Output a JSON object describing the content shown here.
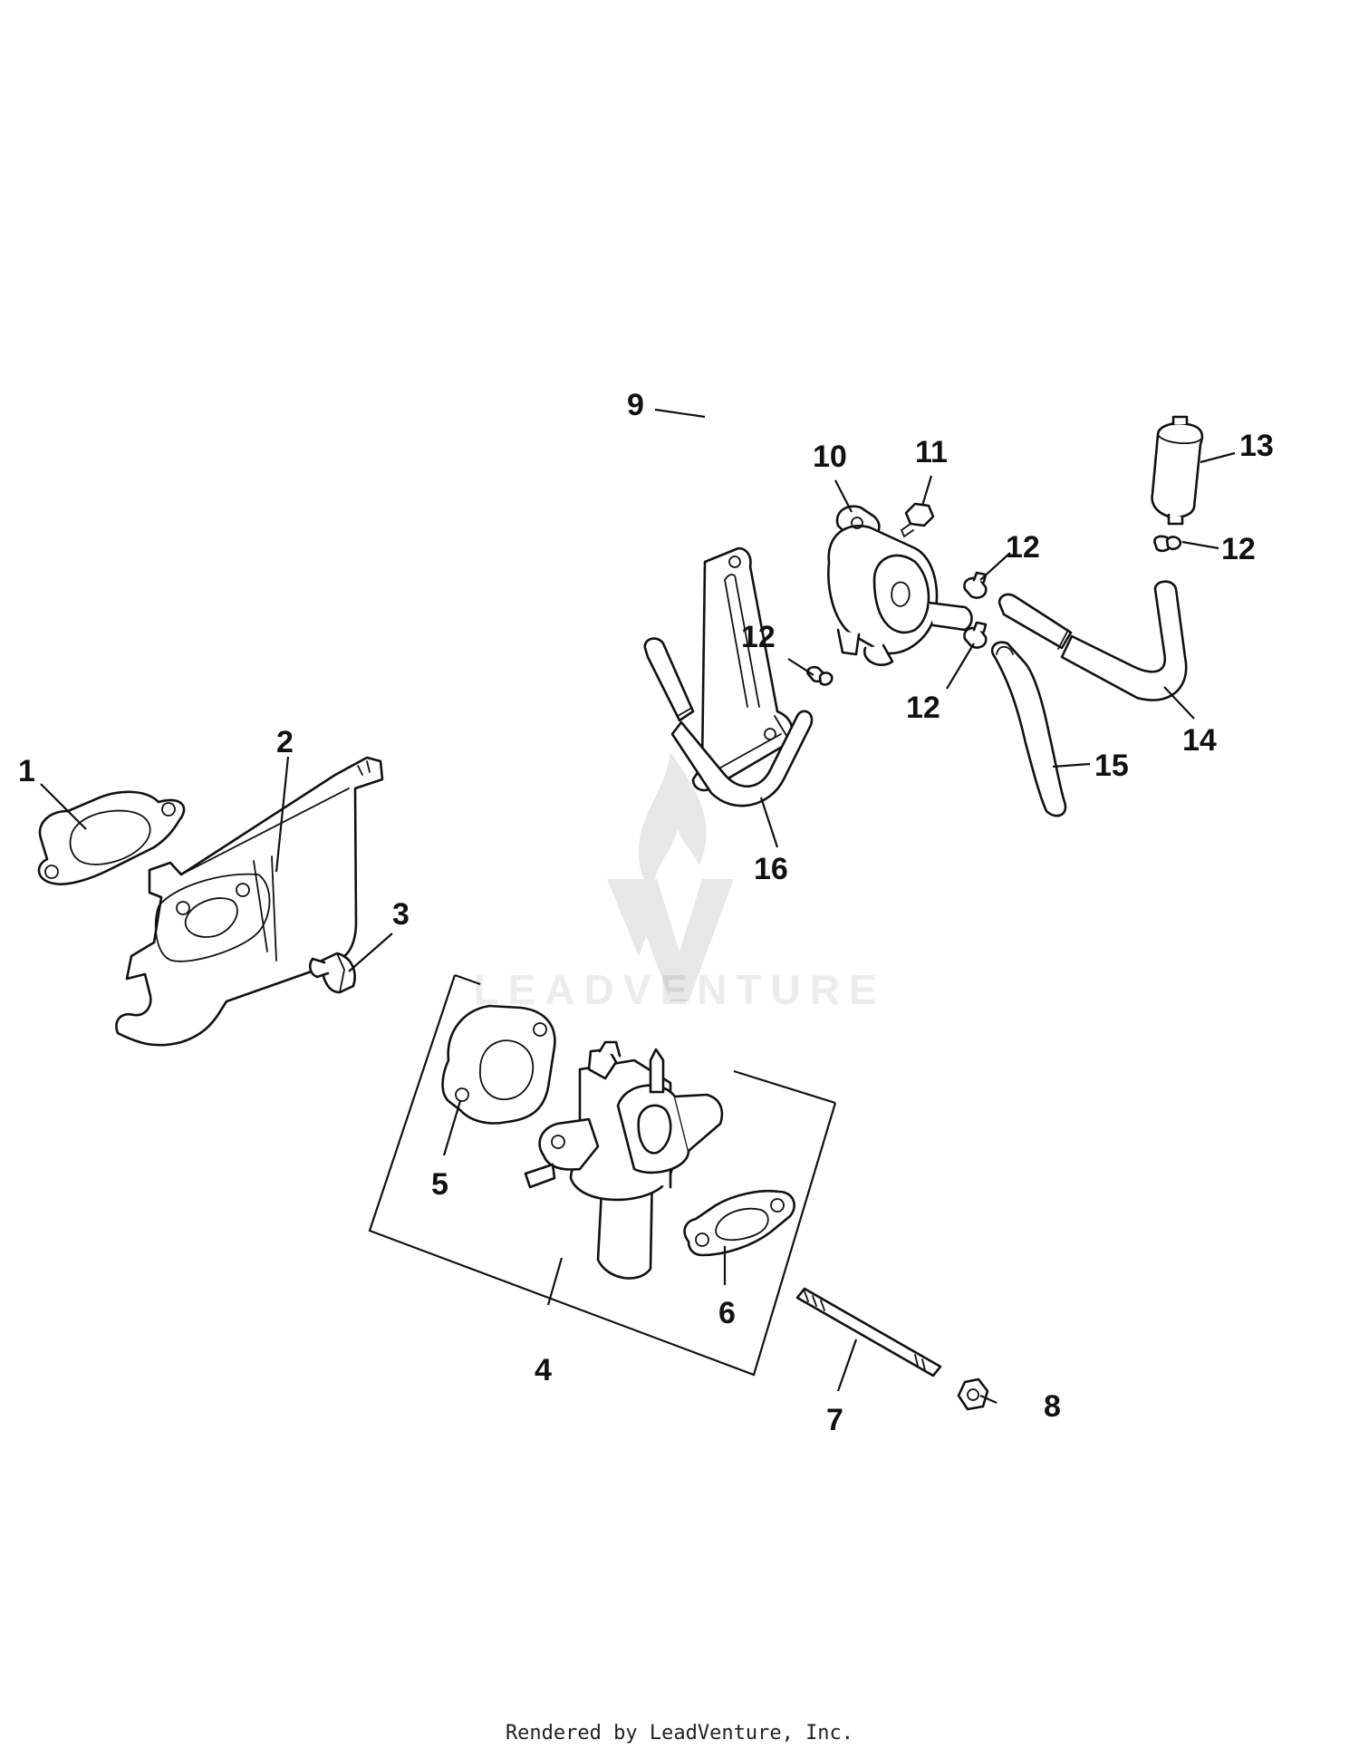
{
  "diagram": {
    "callouts": [
      {
        "id": "1",
        "label": "1"
      },
      {
        "id": "2",
        "label": "2"
      },
      {
        "id": "3",
        "label": "3"
      },
      {
        "id": "4",
        "label": "4"
      },
      {
        "id": "5",
        "label": "5"
      },
      {
        "id": "6",
        "label": "6"
      },
      {
        "id": "7",
        "label": "7"
      },
      {
        "id": "8",
        "label": "8"
      },
      {
        "id": "9",
        "label": "9"
      },
      {
        "id": "10",
        "label": "10"
      },
      {
        "id": "11",
        "label": "11"
      },
      {
        "id": "12a",
        "label": "12"
      },
      {
        "id": "12b",
        "label": "12"
      },
      {
        "id": "12c",
        "label": "12"
      },
      {
        "id": "12d",
        "label": "12"
      },
      {
        "id": "13",
        "label": "13"
      },
      {
        "id": "14",
        "label": "14"
      },
      {
        "id": "15",
        "label": "15"
      },
      {
        "id": "16",
        "label": "16"
      }
    ]
  },
  "watermark": {
    "text": "LEADVENTURE",
    "icon": "leadventure-logo-icon"
  },
  "footer": {
    "text": "Rendered by LeadVenture, Inc."
  },
  "colors": {
    "line": "#111111",
    "background": "#ffffff"
  }
}
